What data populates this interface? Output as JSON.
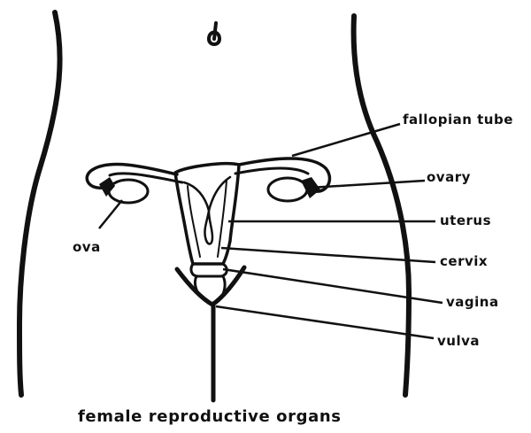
{
  "labels": {
    "fallopian_tube": "fallopian tube",
    "ovary": "ovary",
    "uterus": "uterus",
    "cervix": "cervix",
    "vagina": "vagina",
    "vulva": "vulva",
    "ova": "ova"
  },
  "caption": "female reproductive organs",
  "colors": {
    "ink": "#111111",
    "background": "#ffffff"
  }
}
